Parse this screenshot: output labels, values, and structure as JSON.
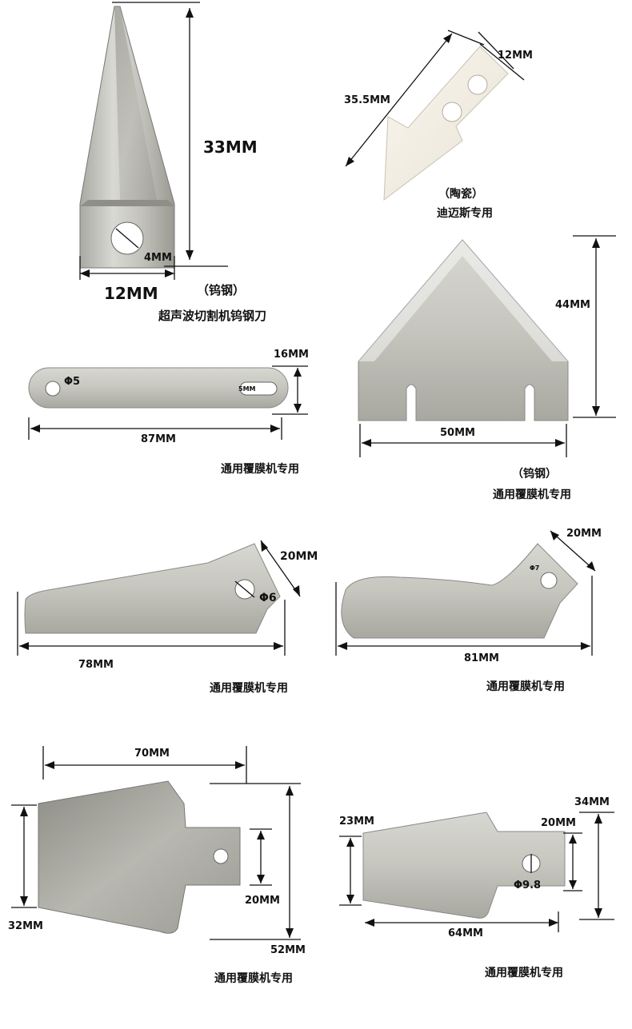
{
  "colors": {
    "background": "#ffffff",
    "steel_light": "#dcdcd6",
    "steel_mid": "#bdbdb6",
    "steel_dark": "#8f8f88",
    "ceramic": "#f3efe6",
    "dimension_line": "#111111"
  },
  "blades": [
    {
      "material": "（钨钢）",
      "caption": "超声波切割机钨钢刀",
      "dims": [
        "33MM",
        "12MM",
        "4MM"
      ]
    },
    {
      "material": "（陶瓷）",
      "caption": "迪迈斯专用",
      "dims": [
        "35.5MM",
        "12MM"
      ]
    },
    {
      "caption": "通用覆膜机专用",
      "dims": [
        "16MM",
        "87MM",
        "5MM"
      ],
      "hole": "Φ5"
    },
    {
      "material": "（钨钢）",
      "caption": "通用覆膜机专用",
      "dims": [
        "44MM",
        "50MM"
      ]
    },
    {
      "caption": "通用覆膜机专用",
      "dims": [
        "20MM",
        "78MM"
      ],
      "hole": "Φ6"
    },
    {
      "caption": "通用覆膜机专用",
      "dims": [
        "20MM",
        "81MM"
      ],
      "hole": "Φ7"
    },
    {
      "caption": "通用覆膜机专用",
      "dims": [
        "70MM",
        "32MM",
        "20MM",
        "52MM"
      ]
    },
    {
      "caption": "通用覆膜机专用",
      "dims": [
        "34MM",
        "23MM",
        "20MM",
        "64MM"
      ],
      "hole": "Φ9.8"
    }
  ]
}
